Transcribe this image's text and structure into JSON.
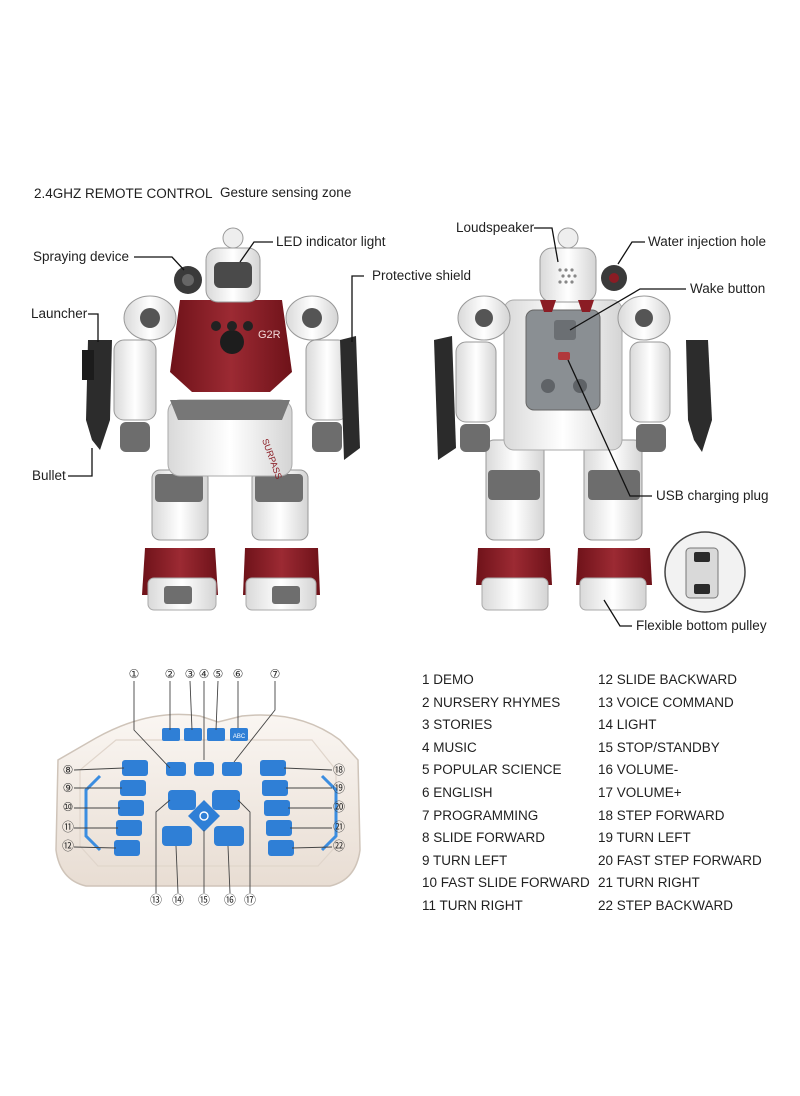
{
  "header": {
    "remote_title": "2.4GHZ REMOTE CONTROL",
    "gesture_title": "Gesture sensing zone"
  },
  "front_labels": {
    "led": "LED indicator light",
    "spraying": "Spraying device",
    "shield": "Protective shield",
    "launcher": "Launcher",
    "bullet": "Bullet"
  },
  "back_labels": {
    "loudspeaker": "Loudspeaker",
    "water": "Water injection hole",
    "wake": "Wake button",
    "usb": "USB charging plug",
    "pulley": "Flexible bottom pulley"
  },
  "robot_badge": "G2R",
  "robot_brand": "SURPASS",
  "remote_callouts": [
    "①",
    "②",
    "③",
    "④",
    "⑤",
    "⑥",
    "⑦",
    "⑧",
    "⑨",
    "⑩",
    "⑪",
    "⑫",
    "⑬",
    "⑭",
    "⑮",
    "⑯",
    "⑰",
    "⑱",
    "⑲",
    "⑳",
    "㉑",
    "㉒"
  ],
  "legend_left": [
    "1 DEMO",
    "2 NURSERY RHYMES",
    "3 STORIES",
    "4 MUSIC",
    "5 POPULAR SCIENCE",
    "6 ENGLISH",
    "7 PROGRAMMING",
    "8 SLIDE FORWARD",
    "9 TURN LEFT",
    "10 FAST SLIDE FORWARD",
    "11 TURN RIGHT"
  ],
  "legend_right": [
    "12 SLIDE BACKWARD",
    "13 VOICE COMMAND",
    "14 LIGHT",
    "15 STOP/STANDBY",
    "16 VOLUME-",
    "17 VOLUME+",
    "18 STEP FORWARD",
    "19 TURN LEFT",
    "20 FAST STEP FORWARD",
    "21 TURN RIGHT",
    "22 STEP BACKWARD"
  ],
  "remote_key_glyphs": {
    "abc": "ABC"
  },
  "colors": {
    "robot_red": "#8b1c24",
    "robot_white": "#f1f1f1",
    "robot_gray": "#6f6f6f",
    "button_blue": "#2f7fd6",
    "remote_body": "#f3ece6"
  }
}
